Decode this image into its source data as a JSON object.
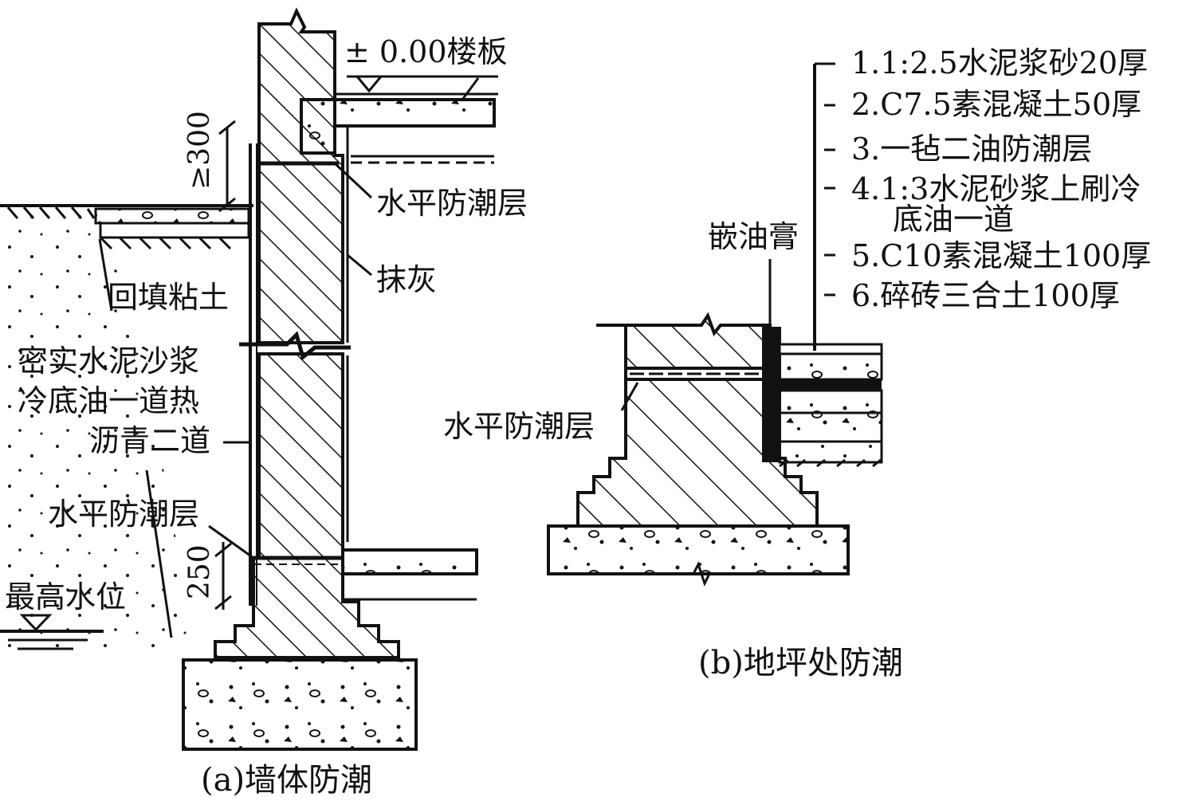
{
  "figure_a": {
    "caption": "(a)墙体防潮",
    "labels": {
      "floor_level": "± 0.00楼板",
      "dim_300": "≥300",
      "hdpc_upper": "水平防潮层",
      "plaster": "抹灰",
      "backfill": "回填粘土",
      "mortar_line1": "密实水泥沙浆",
      "mortar_line2": "冷底油一道热",
      "mortar_line3": "沥青二道",
      "hdpc_lower": "水平防潮层",
      "dim_250": "250",
      "water_level": "最高水位"
    }
  },
  "figure_b": {
    "caption": "(b)地坪处防潮",
    "labels": {
      "caulk": "嵌油膏",
      "hdpc": "水平防潮层"
    },
    "layers": [
      "1.1:2.5水泥浆砂20厚",
      "2.C7.5素混凝土50厚",
      "3.一毡二油防潮层",
      "4.1:3水泥砂浆上刷冷",
      "底油一道",
      "5.C10素混凝土100厚",
      "6.碎砖三合土100厚"
    ]
  }
}
